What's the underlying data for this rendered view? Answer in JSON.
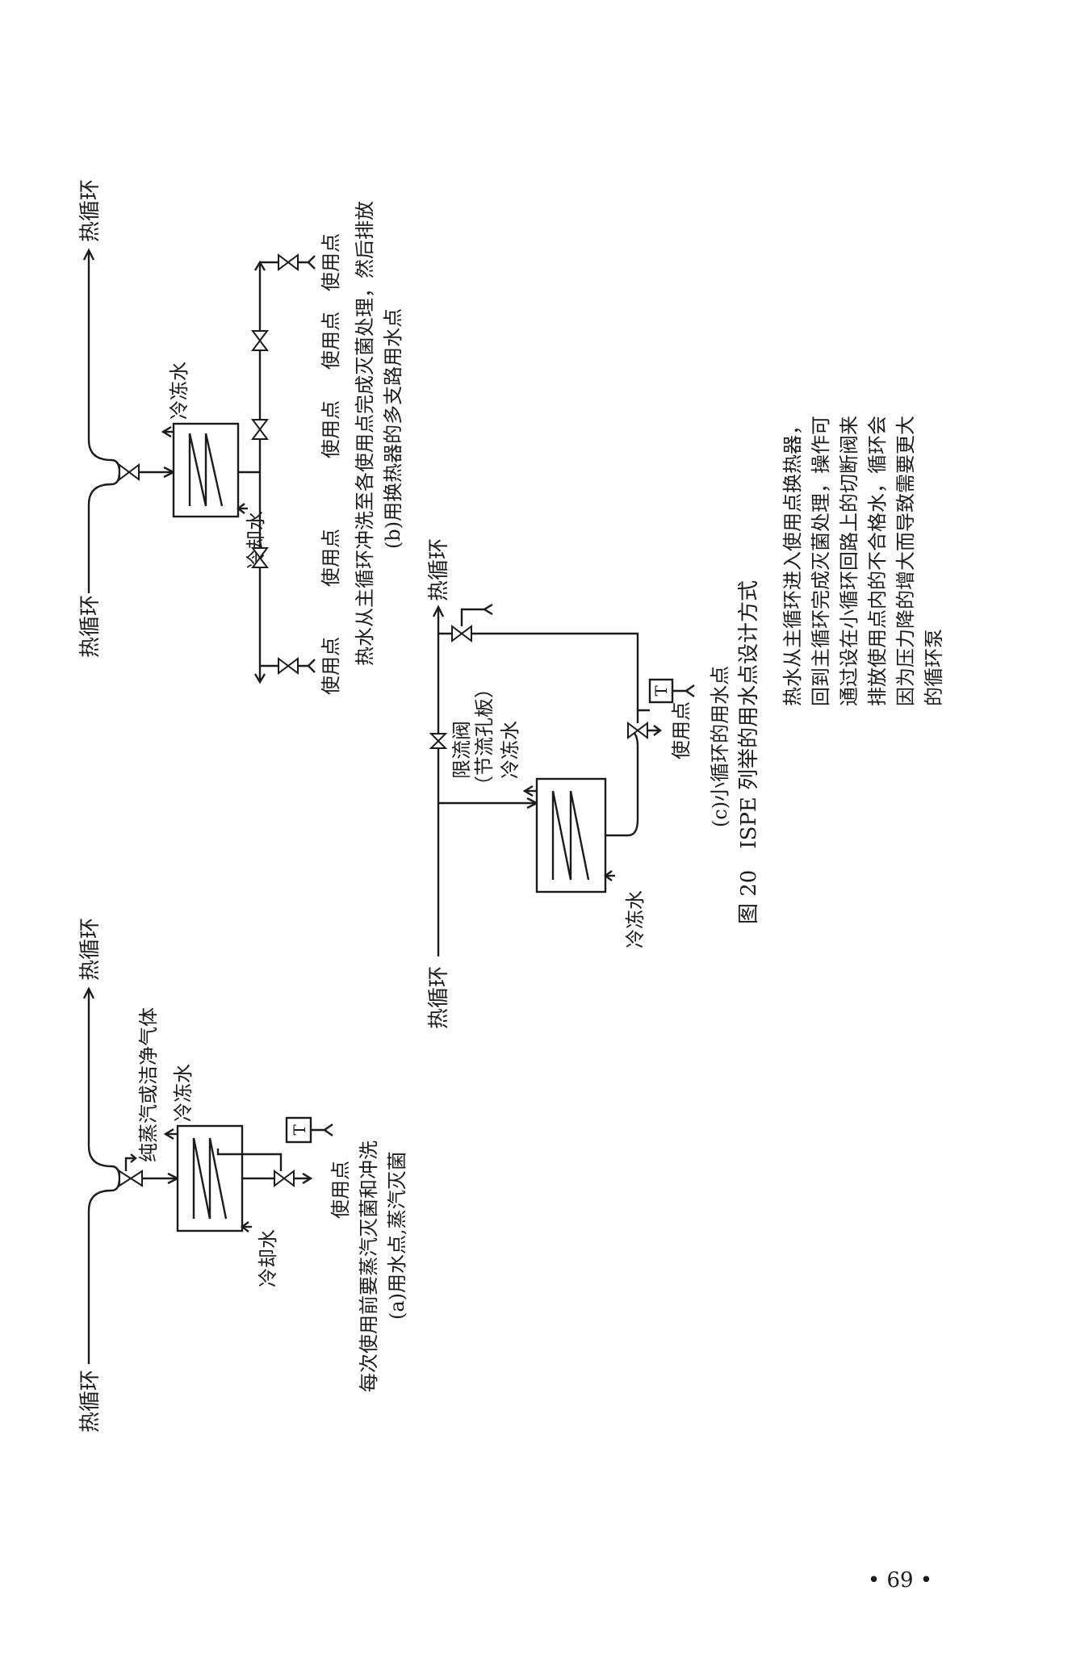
{
  "diagram_a": {
    "hot_loop_in": "热循环",
    "hot_loop_out": "热循环",
    "steam": "纯蒸汽或洁净气体",
    "chilled": "冷冻水",
    "cooling": "冷却水",
    "t_label": "T",
    "use_point": "使用点",
    "note": "每次使用前要蒸汽灭菌和冲洗",
    "caption": "(a)用水点,蒸汽灭菌"
  },
  "diagram_b": {
    "hot_loop_in": "热循环",
    "hot_loop_out": "热循环",
    "chilled": "冷冻水",
    "cooling": "冷却水",
    "use_points": [
      "使用点",
      "使用点",
      "使用点",
      "使用点",
      "使用点"
    ],
    "note": "热水从主循环冲洗至各使用点完成灭菌处理，然后排放",
    "caption": "(b)用换热器的多支路用水点"
  },
  "diagram_c": {
    "hot_loop_in": "热循环",
    "hot_loop_out": "热循环",
    "restrictor_line1": "限流阀",
    "restrictor_line2": "（节流孔板）",
    "chilled_out": "冷冻水",
    "chilled_in": "冷冻水",
    "t_label": "T",
    "use_point": "使用点",
    "note_lines": [
      "热水从主循环进入使用点换热器，",
      "回到主循环完成灭菌处理，操作可",
      "通过设在小循环回路上的切断阀来",
      "排放使用点内的不合格水，循环会",
      "因为压力降的增大而导致需要更大",
      "的循环泵"
    ],
    "caption": "(c)小循环的用水点"
  },
  "figure_title": "图 20　ISPE 列举的用水点设计方式",
  "page_number": "• 69 •"
}
